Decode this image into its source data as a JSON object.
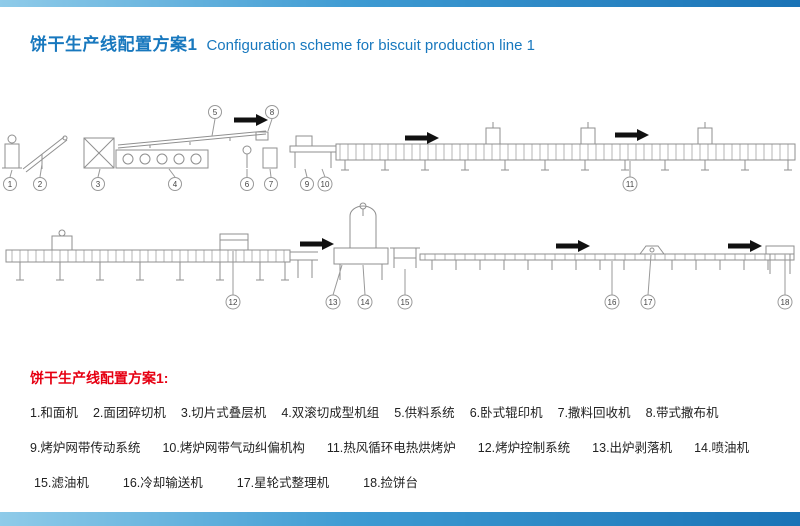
{
  "colors": {
    "accent_blue": "#1878be",
    "legend_red": "#e60012",
    "bar_gradient_start": "#8fcbe9",
    "bar_gradient_end": "#1a73b6",
    "drawing_stroke": "#8f8f8f",
    "arrow_black": "#111111"
  },
  "header": {
    "title_zh": "饼干生产线配置方案1",
    "title_en": "Configuration scheme for biscuit production line 1"
  },
  "diagram": {
    "callouts": [
      "1",
      "2",
      "3",
      "4",
      "5",
      "6",
      "7",
      "8",
      "9",
      "10",
      "11",
      "12",
      "13",
      "14",
      "15",
      "16",
      "17",
      "18"
    ]
  },
  "legend": {
    "heading": "饼干生产线配置方案1:",
    "items": [
      {
        "text": "1.和面机"
      },
      {
        "text": "2.面团碎切机"
      },
      {
        "text": "3.切片式叠层机"
      },
      {
        "text": "4.双滚切成型机组"
      },
      {
        "text": "5.供料系统"
      },
      {
        "text": "6.卧式辊印机"
      },
      {
        "text": "7.撒料回收机"
      },
      {
        "text": "8.带式撒布机"
      },
      {
        "text": "9.烤炉网带传动系统"
      },
      {
        "text": "10.烤炉网带气动纠偏机构"
      },
      {
        "text": "11.热风循环电热烘烤炉"
      },
      {
        "text": "12.烤炉控制系统"
      },
      {
        "text": "13.出炉剥落机"
      },
      {
        "text": "14.喷油机"
      },
      {
        "text": "15.滤油机"
      },
      {
        "text": "16.冷却输送机"
      },
      {
        "text": "17.星轮式整理机"
      },
      {
        "text": "18.捡饼台"
      }
    ]
  }
}
